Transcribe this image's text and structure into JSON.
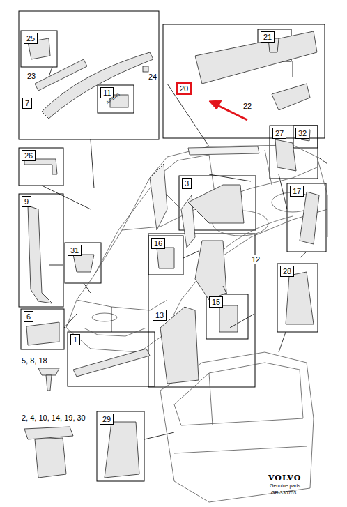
{
  "diagram": {
    "nodes": [
      {
        "text": [
          "25"
        ]
      },
      {
        "text": [
          "11"
        ]
      },
      {
        "text": [
          "7"
        ]
      },
      {
        "text": [
          "20"
        ]
      },
      {
        "text": [
          "21"
        ]
      },
      {
        "text": [
          "27"
        ]
      },
      {
        "text": [
          "32"
        ]
      },
      {
        "text": [
          "26"
        ]
      },
      {
        "text": [
          "3"
        ]
      },
      {
        "text": [
          "17"
        ]
      },
      {
        "text": [
          "9"
        ]
      },
      {
        "text": [
          "31"
        ]
      },
      {
        "text": [
          "16"
        ]
      },
      {
        "text": [
          "28"
        ]
      },
      {
        "text": [
          "13"
        ]
      },
      {
        "text": [
          "15"
        ]
      },
      {
        "text": [
          "6"
        ]
      },
      {
        "text": [
          "1"
        ]
      },
      {
        "text": [
          "29"
        ]
      }
    ],
    "labels": [
      "24",
      "23",
      "AIRBAG",
      "22",
      "12",
      "5, 8, 18",
      "2, 4, 10, 14, 19, 30",
      "VOLVO",
      "Genuine parts",
      "GR-330753"
    ]
  }
}
